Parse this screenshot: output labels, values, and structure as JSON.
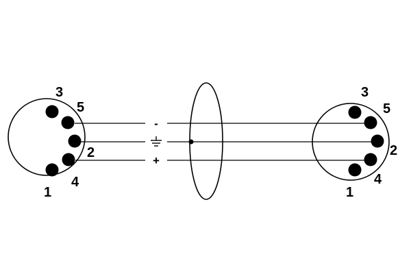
{
  "colors": {
    "line": "#000000",
    "background": "#ffffff",
    "pin": "#000000"
  },
  "left_connector": {
    "pins": [
      {
        "number": "1",
        "wired": false
      },
      {
        "number": "2",
        "wired": true
      },
      {
        "number": "3",
        "wired": false
      },
      {
        "number": "4",
        "wired": true
      },
      {
        "number": "5",
        "wired": true
      }
    ]
  },
  "right_connector": {
    "pins": [
      {
        "number": "1",
        "wired": false
      },
      {
        "number": "2",
        "wired": true
      },
      {
        "number": "3",
        "wired": false
      },
      {
        "number": "4",
        "wired": true
      },
      {
        "number": "5",
        "wired": true
      }
    ]
  },
  "wires": [
    {
      "signal": "-",
      "left_pin": "5",
      "right_pin": "5"
    },
    {
      "signal": "ground-icon",
      "left_pin": "2",
      "right_pin": "2"
    },
    {
      "signal": "+",
      "left_pin": "4",
      "right_pin": "4"
    }
  ],
  "cable": {
    "shield": true,
    "shield_connected_to": "ground-icon"
  }
}
